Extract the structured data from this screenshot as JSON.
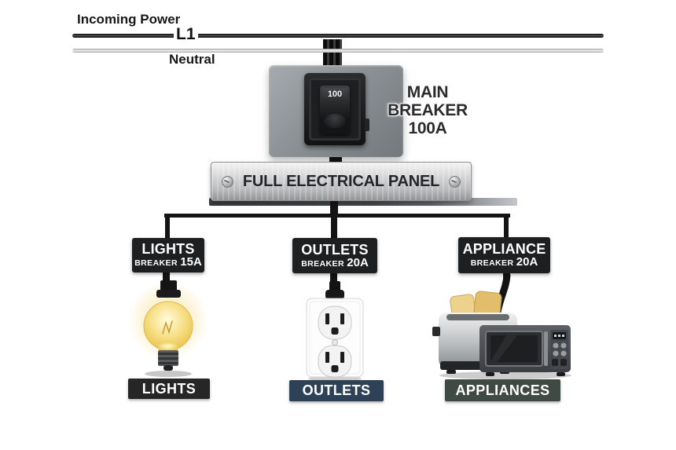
{
  "diagram": {
    "title_context": "Residential electrical panel wiring diagram",
    "incoming_power_label": "Incoming Power",
    "l1_label": "L1",
    "neutral_label": "Neutral",
    "main_breaker": {
      "label_line1": "MAIN BREAKER",
      "label_line2": "100A",
      "switch_value": "100"
    },
    "panel_label": "FULL ELECTRICAL PANEL",
    "branches": [
      {
        "name": "LIGHTS",
        "breaker_word": "BREAKER",
        "rating": "15A",
        "tag": "LIGHTS",
        "icon": "light-bulb-icon",
        "tag_color": "#262626"
      },
      {
        "name": "OUTLETS",
        "breaker_word": "BREAKER",
        "rating": "20A",
        "tag": "OUTLETS",
        "icon": "duplex-outlet-icon",
        "tag_color": "#2d4257"
      },
      {
        "name": "APPLIANCE",
        "breaker_word": "BREAKER",
        "rating": "20A",
        "tag": "APPLIANCES",
        "icon": "toaster-microwave-icon",
        "tag_color": "#3e4a43"
      }
    ],
    "colors": {
      "wire_black": "#141414",
      "neutral_line": "#d9d9d9",
      "breaker_panel_gray": "#8b9195",
      "metal_plate": "#c9cacb",
      "label_box_bg": "#1e1f21",
      "bulb_glow": "#f4d469"
    }
  }
}
